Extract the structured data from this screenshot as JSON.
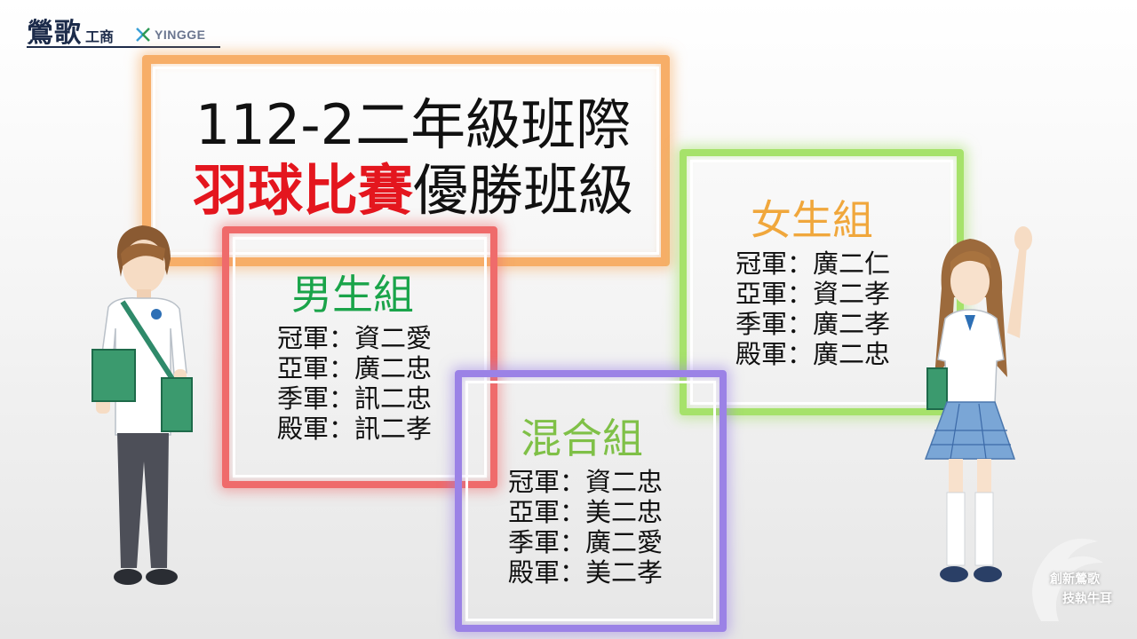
{
  "logo": {
    "cn": "鶯歌",
    "cn_small": "工商",
    "en": "YINGGE"
  },
  "title": {
    "line1": "112-2二年級班際",
    "line2_highlight": "羽球比賽",
    "line2_rest": "優勝班級"
  },
  "boys": {
    "heading": "男生組",
    "items": [
      "冠軍：資二愛",
      "亞軍：廣二忠",
      "季軍：訊二忠",
      "殿軍：訊二孝"
    ]
  },
  "girls": {
    "heading": "女生組",
    "items": [
      "冠軍：廣二仁",
      "亞軍：資二孝",
      "季軍：廣二孝",
      "殿軍：廣二忠"
    ]
  },
  "mixed": {
    "heading": "混合組",
    "items": [
      "冠軍：資二忠",
      "亞軍：美二忠",
      "季軍：廣二愛",
      "殿軍：美二孝"
    ]
  },
  "badge": {
    "line1": "創新鶯歌",
    "line2": "技執牛耳"
  },
  "colors": {
    "title_frame": "#f7ae68",
    "boys_frame": "#ef6b6b",
    "girls_frame": "#a6e26a",
    "mixed_frame": "#9b82e6",
    "highlight": "#e4161e"
  }
}
